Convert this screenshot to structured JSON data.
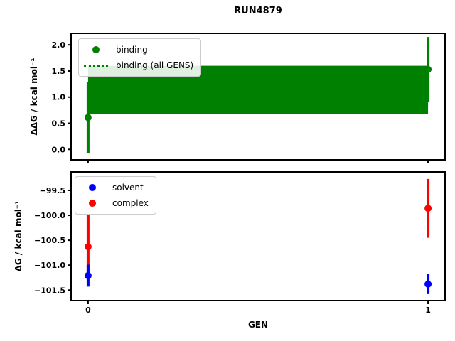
{
  "title": "RUN4879",
  "xlabel": "GEN",
  "xticks": {
    "values": [
      0,
      1
    ],
    "labels": [
      "0",
      "1"
    ]
  },
  "colors": {
    "binding": "#008000",
    "solvent": "#0000ff",
    "complex": "#ff0000",
    "frame": "#000000"
  },
  "chart_data": [
    {
      "type": "scatter",
      "name": "binding-free-energy-panel",
      "ylabel": "ΔΔG / kcal mol⁻¹",
      "xlabel": "GEN",
      "xlim": [
        -0.05,
        1.05
      ],
      "ylim": [
        -0.2,
        2.22
      ],
      "yticks": [
        0.0,
        0.5,
        1.0,
        1.5,
        2.0
      ],
      "ytick_labels": [
        "0.0",
        "0.5",
        "1.0",
        "1.5",
        "2.0"
      ],
      "grid": false,
      "legend_position": "upper left",
      "series": [
        {
          "name": "binding",
          "color": "#008000",
          "x": [
            0,
            1
          ],
          "y": [
            0.61,
            1.53
          ],
          "yerr": [
            0.68,
            0.62
          ]
        }
      ],
      "band": {
        "label": "binding (all GENS)",
        "color": "#008000",
        "x": [
          0,
          1
        ],
        "ylow": 0.67,
        "yhigh": 1.6
      },
      "legend": [
        {
          "label": "binding",
          "marker": "dot",
          "color": "#008000"
        },
        {
          "label": "binding (all GENS)",
          "marker": "dotted-line",
          "color": "#008000"
        }
      ]
    },
    {
      "type": "scatter",
      "name": "leg-free-energy-panel",
      "ylabel": "ΔG / kcal mol⁻¹",
      "xlabel": "GEN",
      "xlim": [
        -0.05,
        1.05
      ],
      "ylim": [
        -101.71,
        -99.13
      ],
      "yticks": [
        -99.5,
        -100.0,
        -100.5,
        -101.0,
        -101.5
      ],
      "ytick_labels": [
        "−99.5",
        "−100.0",
        "−100.5",
        "−101.0",
        "−101.5"
      ],
      "grid": false,
      "legend_position": "upper left",
      "series": [
        {
          "name": "complex",
          "color": "#ff0000",
          "x": [
            0,
            1
          ],
          "y": [
            -100.63,
            -99.86
          ],
          "yerr": [
            0.63,
            0.59
          ]
        },
        {
          "name": "solvent",
          "color": "#0000ff",
          "x": [
            0,
            1
          ],
          "y": [
            -101.21,
            -101.38
          ],
          "yerr": [
            0.22,
            0.2
          ]
        }
      ],
      "legend": [
        {
          "label": "solvent",
          "marker": "dot",
          "color": "#0000ff"
        },
        {
          "label": "complex",
          "marker": "dot",
          "color": "#ff0000"
        }
      ]
    }
  ]
}
